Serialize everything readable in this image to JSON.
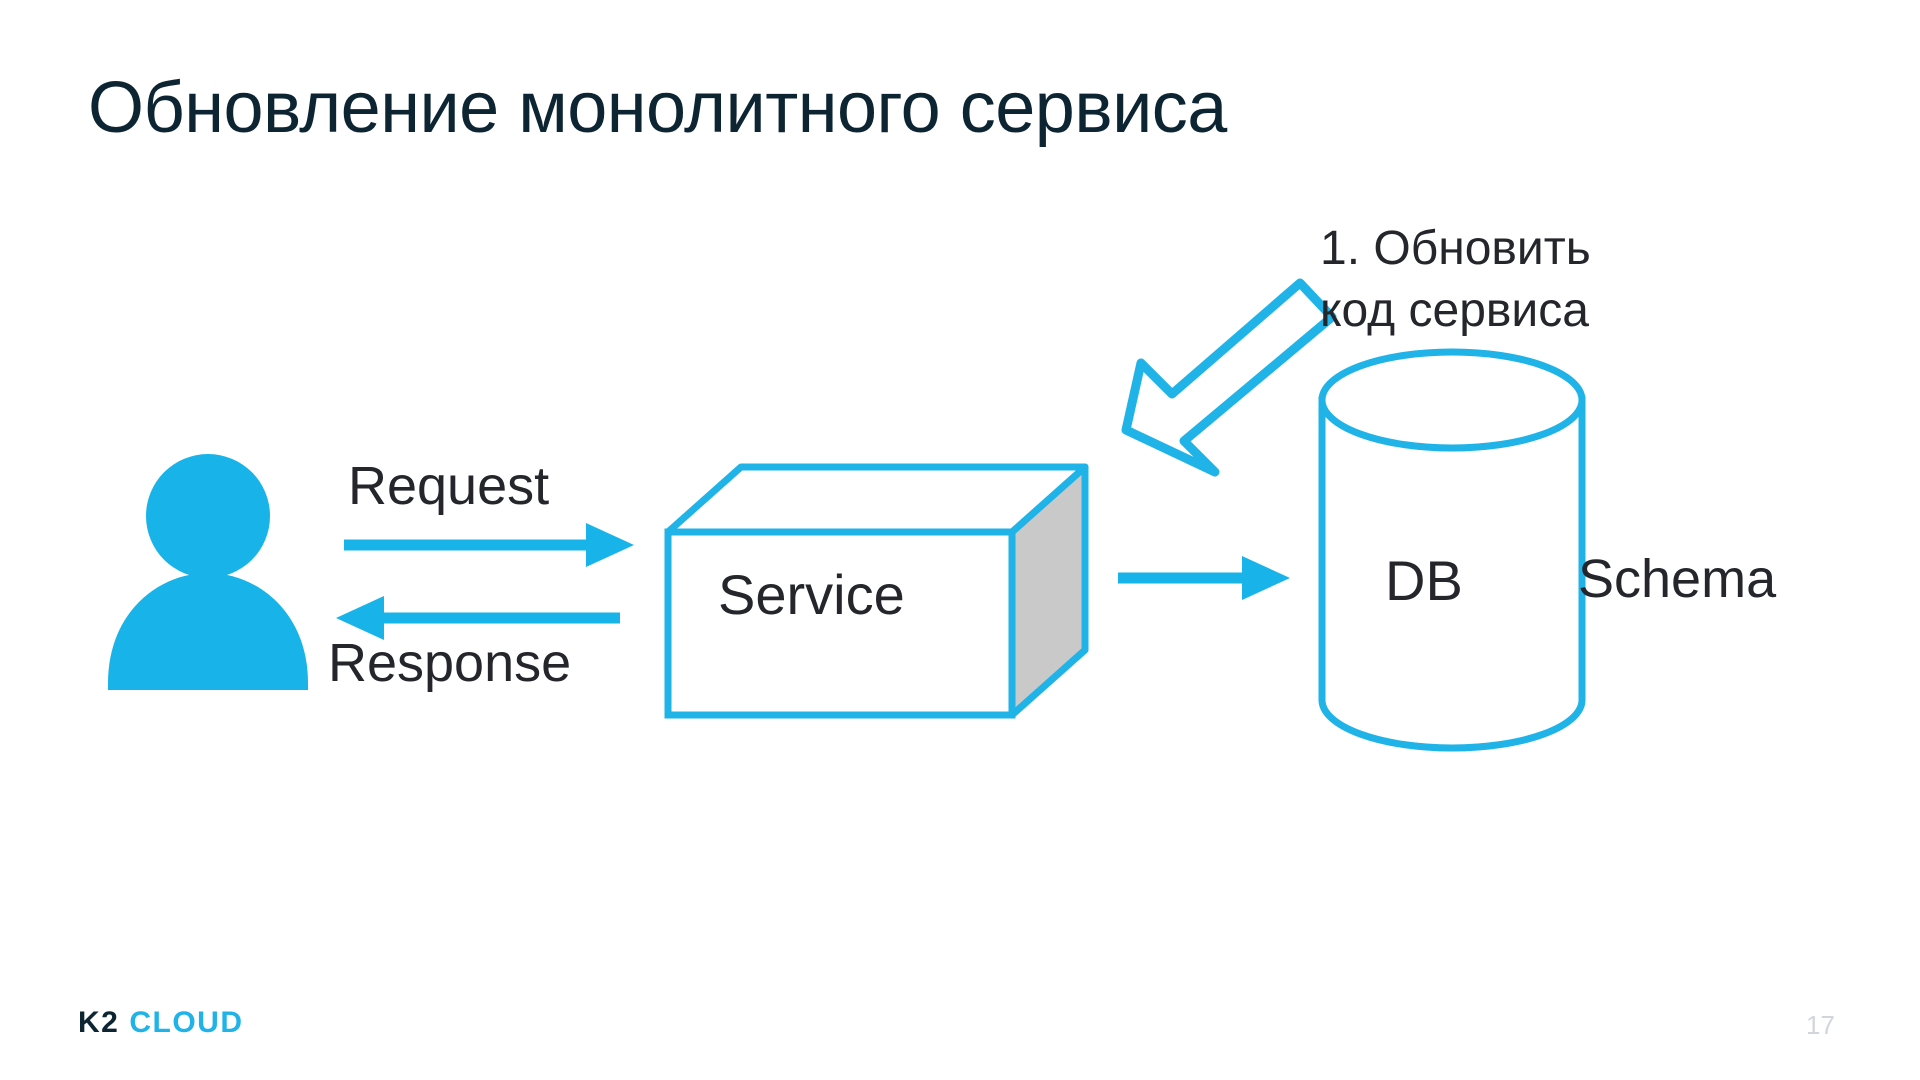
{
  "slide": {
    "title": "Обновление монолитного сервиса",
    "page_number": "17",
    "background_color": "#ffffff",
    "accent_color": "#1fb3e8",
    "text_color": "#24262b",
    "title_color": "#0d2432"
  },
  "logo": {
    "primary": "K2",
    "secondary": "CLOUD",
    "primary_color": "#0d2432",
    "secondary_color": "#1fb3e8"
  },
  "diagram": {
    "type": "architecture-flow",
    "actor": {
      "name": "user-actor",
      "icon": "person-icon",
      "color": "#18b4e9"
    },
    "nodes": [
      {
        "id": "service",
        "label": "Service",
        "shape": "3d-box",
        "outline_color": "#1fb3e8",
        "face_color": "#ffffff",
        "side_color": "#c9c9c9"
      },
      {
        "id": "db",
        "label": "DB",
        "shape": "cylinder",
        "outline_color": "#1fb3e8",
        "face_color": "#ffffff"
      }
    ],
    "edges": [
      {
        "id": "request",
        "label": "Request",
        "from": "user-actor",
        "to": "service",
        "direction": "right",
        "color": "#18b4e9"
      },
      {
        "id": "response",
        "label": "Response",
        "from": "service",
        "to": "user-actor",
        "direction": "left",
        "color": "#18b4e9"
      },
      {
        "id": "service-db",
        "label": "",
        "from": "service",
        "to": "db",
        "direction": "right",
        "color": "#18b4e9"
      }
    ],
    "side_labels": [
      {
        "id": "schema",
        "label": "Schema",
        "attached_to": "db"
      }
    ],
    "callout": {
      "id": "update-service-code",
      "lines": [
        "1. Обновить",
        "код сервиса"
      ],
      "arrow": {
        "style": "hollow-block-arrow",
        "direction": "down-left",
        "color": "#1fb3e8",
        "points_to": "service"
      }
    }
  }
}
